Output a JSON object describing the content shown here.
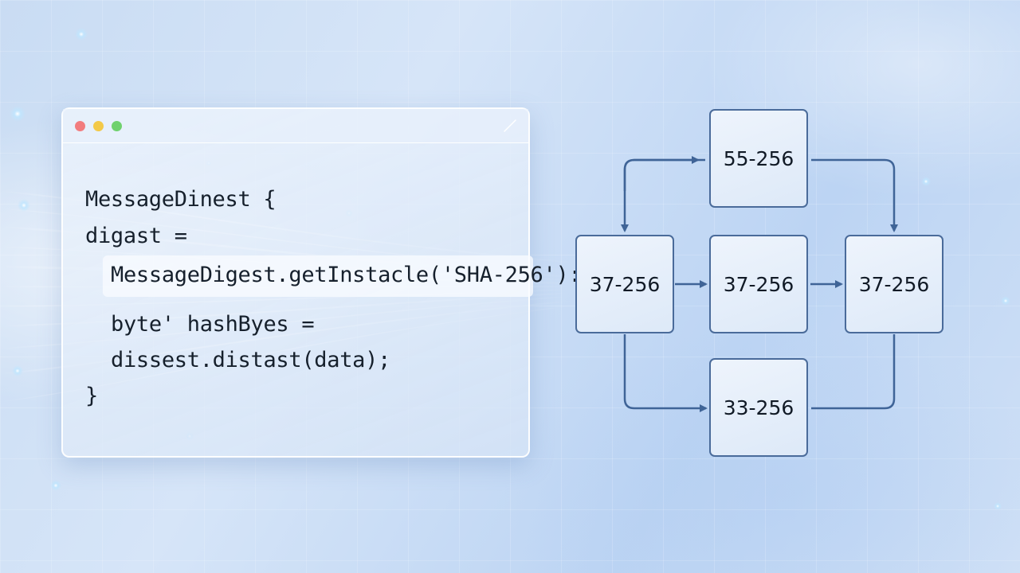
{
  "code": {
    "lines": [
      "MessageDinest {",
      "digast =",
      "MessageDigest.getInstacle('SHA-256'):",
      "byte' hashByes =",
      "dissest.distast(data);",
      "}"
    ]
  },
  "diagram": {
    "nodes": {
      "top": "55-256",
      "left": "37-256",
      "center": "37-256",
      "right": "37-256",
      "bottom": "33-256"
    }
  },
  "colors": {
    "node_border": "#4a6b9a",
    "arrow": "#3f6497",
    "dot_red": "#f27c7e",
    "dot_yellow": "#f3c948",
    "dot_green": "#6fd16d"
  }
}
